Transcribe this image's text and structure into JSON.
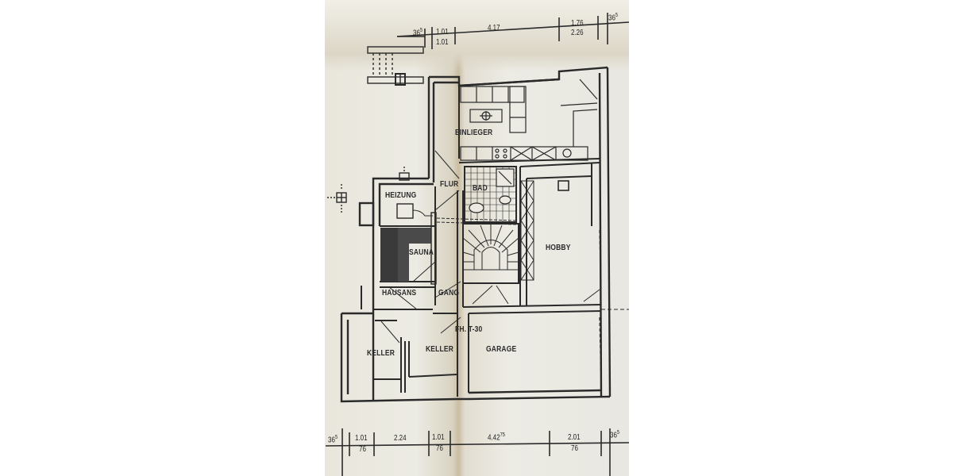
{
  "document": {
    "type": "floor-plan",
    "description": "Basement floor plan (Kellergeschoss) on folded paper"
  },
  "rooms": [
    {
      "id": "einlieger",
      "label": "EINLIEGER"
    },
    {
      "id": "flur",
      "label": "FLUR"
    },
    {
      "id": "bad",
      "label": "BAD"
    },
    {
      "id": "heizung",
      "label": "HEIZUNG"
    },
    {
      "id": "sauna",
      "label": "SAUNA"
    },
    {
      "id": "hobby",
      "label": "HOBBY"
    },
    {
      "id": "hausans",
      "label": "HAUSANS"
    },
    {
      "id": "gang",
      "label": "GANG"
    },
    {
      "id": "keller1",
      "label": "KELLER"
    },
    {
      "id": "keller2",
      "label": "KELLER"
    },
    {
      "id": "garage",
      "label": "GARAGE"
    }
  ],
  "annotations": {
    "fire_door": "FH. T-30"
  },
  "dimensions": {
    "top": [
      {
        "value": "36",
        "sup": "5"
      },
      {
        "value": "1.01",
        "below": "1.01"
      },
      {
        "value": "4.17"
      },
      {
        "value": "1.76",
        "below": "2.26"
      },
      {
        "value": "36",
        "sup": "5"
      }
    ],
    "bottom": [
      {
        "value": "36",
        "sup": "5"
      },
      {
        "value": "1.01",
        "below": "76"
      },
      {
        "value": "2.24"
      },
      {
        "value": "1.01",
        "below": "76"
      },
      {
        "value": "4.42",
        "sup": "75"
      },
      {
        "value": "2.01",
        "below": "76"
      },
      {
        "value": "36",
        "sup": "5"
      }
    ]
  },
  "colors": {
    "ink": "#2a2a2a",
    "paper": "#ebe9e1",
    "fold_shadow": "#c9bda2",
    "background": "#ffffff"
  }
}
